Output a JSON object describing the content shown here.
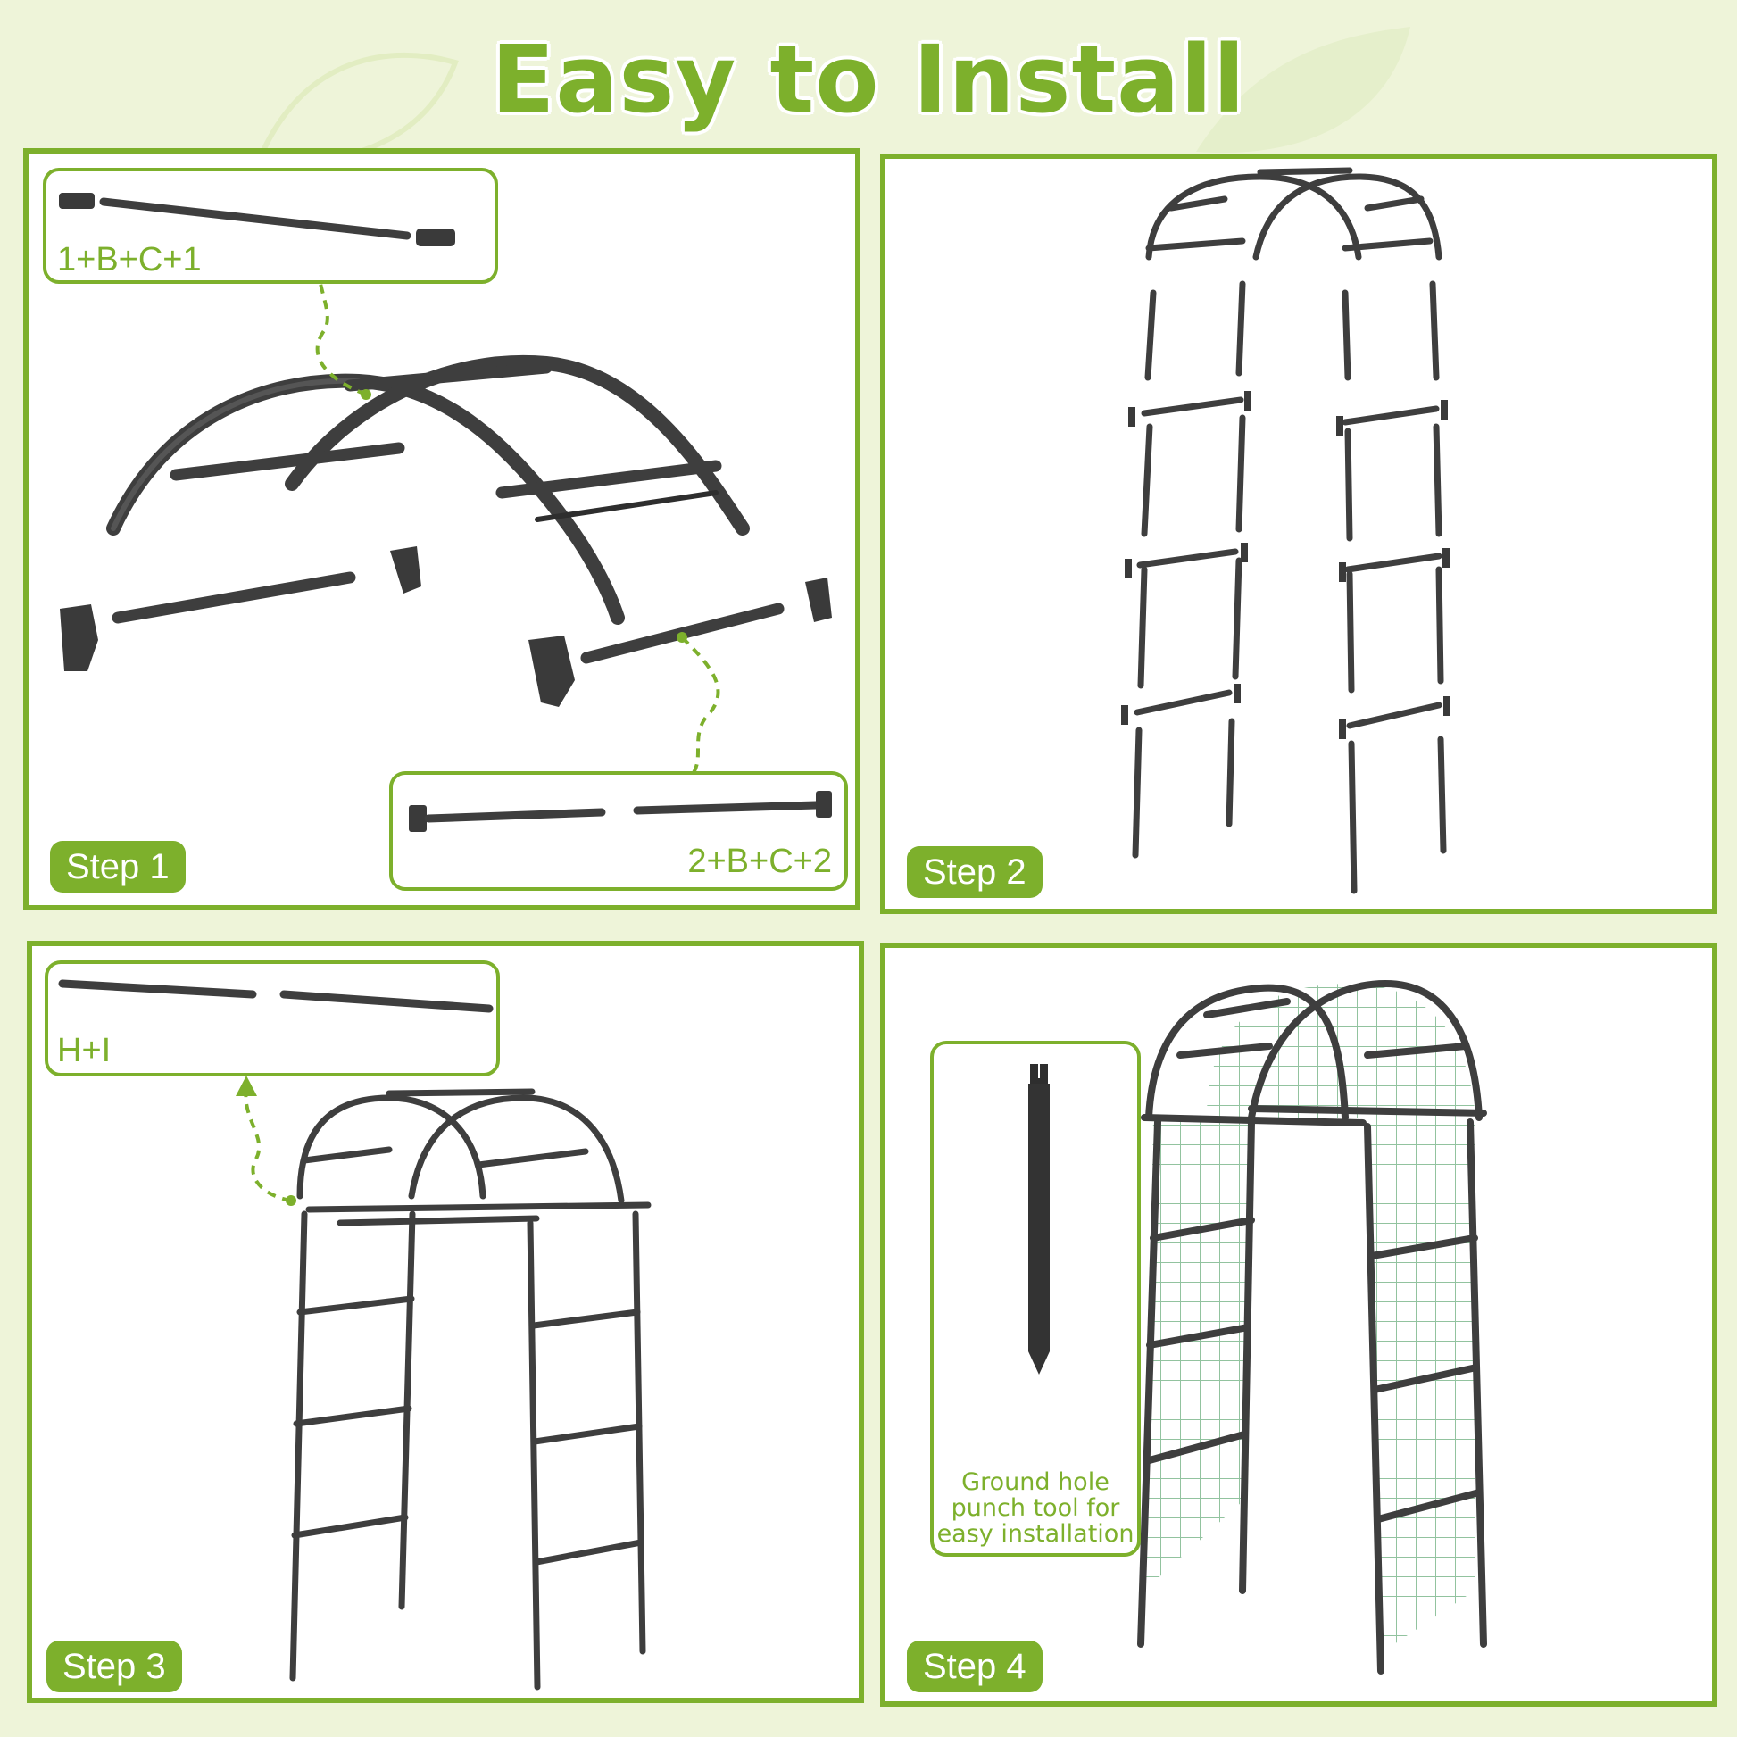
{
  "title": "Easy to Install",
  "steps": [
    {
      "label": "Step 1",
      "callout_top": "1+B+C+1",
      "callout_bottom": "2+B+C+2"
    },
    {
      "label": "Step 2"
    },
    {
      "label": "Step 3",
      "callout_top": "H+I"
    },
    {
      "label": "Step 4",
      "tool_caption": [
        "Ground hole",
        "punch tool for",
        "easy installation"
      ]
    }
  ],
  "colors": {
    "accent": "#7db02c",
    "background": "#eef4d9",
    "metal": "#3e3e3e"
  }
}
